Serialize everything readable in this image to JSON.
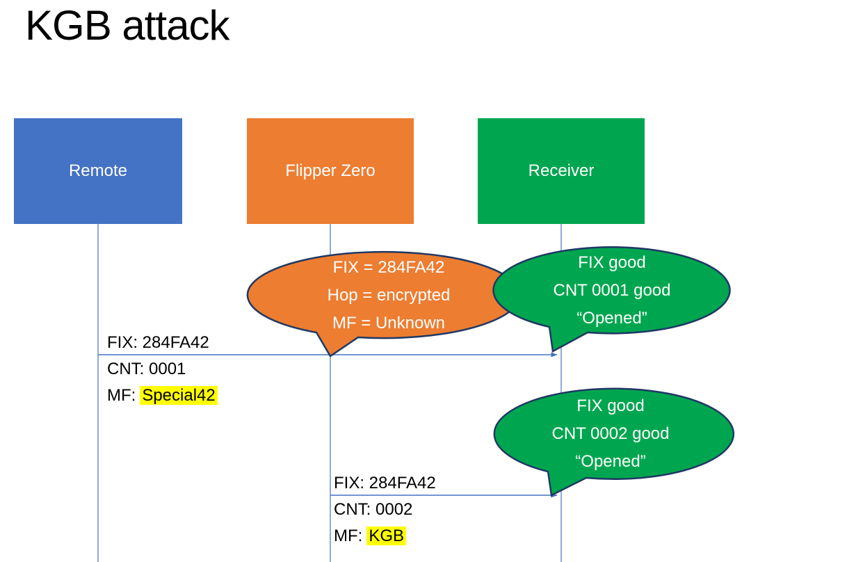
{
  "title": "KGB attack",
  "colors": {
    "remote_blue": "#4472C4",
    "flipper_orange": "#ED7D31",
    "receiver_green": "#00A64F",
    "bubble_outline": "#1F3864",
    "connector_blue": "#4472C4",
    "highlight_yellow": "#FFFF00"
  },
  "actors": [
    {
      "label": "Remote"
    },
    {
      "label": "Flipper Zero"
    },
    {
      "label": "Receiver"
    }
  ],
  "callouts": [
    {
      "lines": [
        "FIX = 284FA42",
        "Hop = encrypted",
        "MF = Unknown"
      ]
    },
    {
      "lines": [
        "FIX good",
        "CNT 0001 good",
        "“Opened”"
      ]
    },
    {
      "lines": [
        "FIX good",
        "CNT 0002 good",
        "“Opened”"
      ]
    }
  ],
  "messages": [
    {
      "fix": "FIX: 284FA42",
      "cnt": "CNT: 0001",
      "mf_label": "MF:",
      "mf_value": "Special42"
    },
    {
      "fix": "FIX: 284FA42",
      "cnt": "CNT: 0002",
      "mf_label": "MF:",
      "mf_value": "KGB"
    }
  ]
}
